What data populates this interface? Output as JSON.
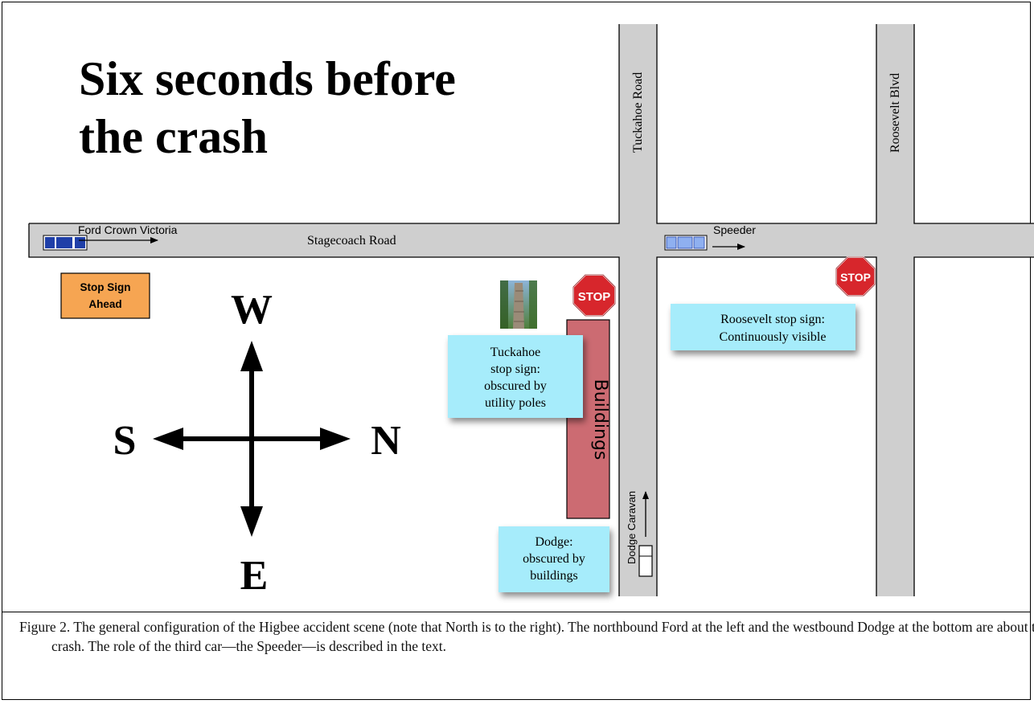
{
  "title": {
    "line1": "Six seconds before",
    "line2": "the crash"
  },
  "roads": {
    "stagecoach": "Stagecoach Road",
    "tuckahoe": "Tuckahoe Road",
    "roosevelt": "Roosevelt Blvd"
  },
  "vehicles": {
    "ford": "Ford Crown Victoria",
    "speeder": "Speeder",
    "dodge": "Dodge Caravan"
  },
  "signs": {
    "ahead_line1": "Stop Sign",
    "ahead_line2": "Ahead",
    "stop_text": "STOP"
  },
  "buildings_label": "Buildings",
  "callouts": {
    "tuckahoe": [
      "Tuckahoe",
      "stop sign:",
      "obscured by",
      "utility poles"
    ],
    "roosevelt": [
      "Roosevelt stop sign:",
      "Continuously visible"
    ],
    "dodge": [
      "Dodge:",
      "obscured by",
      "buildings"
    ]
  },
  "compass": {
    "w": "W",
    "s": "S",
    "n": "N",
    "e": "E"
  },
  "colors": {
    "road": "#cfcfcf",
    "vehicle_blue": "#1f3fa8",
    "speeder_blue": "#8fb0f0",
    "building": "#cc6b72",
    "callout": "#a6ecfb",
    "stop_red": "#d7262c",
    "ahead_orange": "#f6a552"
  },
  "caption": "Figure 2. The general configuration of the Higbee accident scene (note that North is to the right). The northbound Ford at the left and the westbound Dodge at the bottom are about to crash. The role of the third car—the Speeder—is described in the text."
}
